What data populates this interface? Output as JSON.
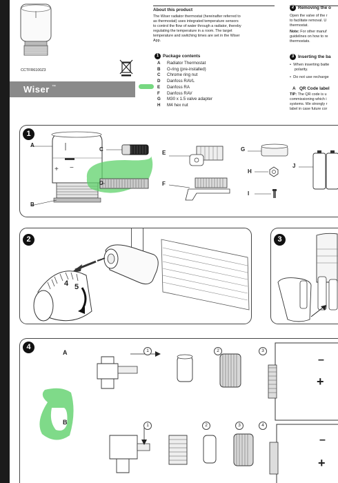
{
  "header": {
    "model_code": "CCTFR6100Z3",
    "brand": "Wiser",
    "brand_tm": "™"
  },
  "about": {
    "title": "About this product",
    "body_lines": [
      "The Wiser radiator thermostat (hereinafter referred to",
      "as thermostat) uses integrated temperature sensors",
      "to control the flow of water through a radiator, thereby",
      "regulating the temperature in a room. The target",
      "temperature and switching times are set in the Wiser",
      "App."
    ]
  },
  "package": {
    "number": "1",
    "title": "Package contents",
    "items": [
      {
        "key": "A",
        "label": "Radiator Thermostat"
      },
      {
        "key": "B",
        "label": "O-ring (pre-installed)"
      },
      {
        "key": "C",
        "label": "Chrome ring nut"
      },
      {
        "key": "D",
        "label": "Danfoss RAVL"
      },
      {
        "key": "E",
        "label": "Danfoss RA"
      },
      {
        "key": "F",
        "label": "Danfoss RAV"
      },
      {
        "key": "G",
        "label": "M30 x 1.5 valve adapter"
      },
      {
        "key": "H",
        "label": "M4 hex nut"
      }
    ]
  },
  "removing": {
    "number": "2",
    "title": "Removing the o",
    "lines": [
      "Open the valve of the r",
      "to facilitate removal. U",
      "thermostat."
    ],
    "note_label": "Note:",
    "note_lines": [
      " For other manuf",
      "guidelines on how to re",
      "thermostats."
    ]
  },
  "inserting": {
    "number": "3",
    "title": "Inserting the ba",
    "bullets": [
      [
        "When inserting batte",
        "polarity."
      ],
      [
        "Do not use recharge"
      ]
    ]
  },
  "qr": {
    "key": "A",
    "title": "QR Code label",
    "tip_label": "TIP:",
    "lines": [
      " The QR code is u",
      "commissioning which i",
      "systems. We strongly r",
      "label in case future cor"
    ]
  },
  "panel1": {
    "number": "1",
    "labels": {
      "A": "A",
      "B": "B",
      "C": "C",
      "D": "D",
      "E": "E",
      "F": "F",
      "G": "G",
      "H": "H",
      "I": "I",
      "J": "J"
    }
  },
  "panel2": {
    "number": "2",
    "dial_numbers": [
      "4",
      "5"
    ]
  },
  "panel3": {
    "number": "3"
  },
  "panel4": {
    "number": "4",
    "row_a_label": "A",
    "row_b_label": "B",
    "row_a_steps": [
      "1",
      "2",
      "3"
    ],
    "row_b_steps": [
      "1",
      "2",
      "3",
      "4"
    ],
    "minus": "–",
    "plus": "+"
  },
  "colors": {
    "highlight": "#5fd16b",
    "brand_bar": "#8a8a8a",
    "ink": "#222222"
  }
}
